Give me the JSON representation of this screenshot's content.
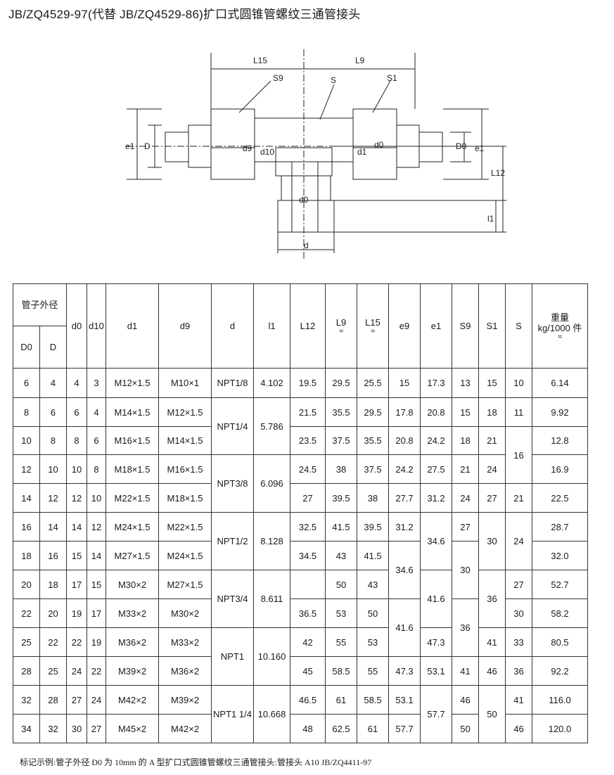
{
  "title": "JB/ZQ4529-97(代替 JB/ZQ4529-86)扩口式圆锥管螺纹三通管接头",
  "drawing_labels": {
    "L15": "L15",
    "L9": "L9",
    "S9": "S9",
    "S": "S",
    "S1": "S1",
    "e1_left": "e1",
    "D": "D",
    "d9": "d9",
    "d10": "d10",
    "d1": "d1",
    "d0_right": "d0",
    "D0": "D0",
    "e1_right": "e1",
    "L12": "L12",
    "d0_center": "d0",
    "l1": "l1",
    "d": "d"
  },
  "table": {
    "header": {
      "pipe_od": "管子外径",
      "D0": "D0",
      "D": "D",
      "d0": "d0",
      "d10": "d10",
      "d1": "d1",
      "d9": "d9",
      "d": "d",
      "l1": "l1",
      "L12": "L12",
      "L9": "L9",
      "L15": "L15",
      "approx": "≈",
      "e9": "e9",
      "e1": "e1",
      "S9": "S9",
      "S1": "S1",
      "S": "S",
      "weight": "重量",
      "weight_unit": "kg/1000 件"
    },
    "rows": [
      {
        "D0": "6",
        "D": "4",
        "d0": "4",
        "d10": "3",
        "d1": "M12×1.5",
        "d9": "M10×1",
        "L12": "19.5",
        "L9": "29.5",
        "L15": "25.5",
        "e9": "15",
        "weight": "6.14"
      },
      {
        "D0": "8",
        "D": "6",
        "d0": "6",
        "d10": "4",
        "d1": "M14×1.5",
        "d9": "M12×1.5",
        "L12": "21.5",
        "L9": "35.5",
        "L15": "29.5",
        "e9": "17.8",
        "weight": "9.92"
      },
      {
        "D0": "10",
        "D": "8",
        "d0": "8",
        "d10": "6",
        "d1": "M16×1.5",
        "d9": "M14×1.5",
        "L12": "23.5",
        "L9": "37.5",
        "L15": "35.5",
        "e9": "20.8",
        "weight": "12.8"
      },
      {
        "D0": "12",
        "D": "10",
        "d0": "10",
        "d10": "8",
        "d1": "M18×1.5",
        "d9": "M16×1.5",
        "L12": "24.5",
        "L9": "38",
        "L15": "37.5",
        "e9": "24.2",
        "weight": "16.9"
      },
      {
        "D0": "14",
        "D": "12",
        "d0": "12",
        "d10": "10",
        "d1": "M22×1.5",
        "d9": "M18×1.5",
        "L12": "27",
        "L9": "39.5",
        "L15": "38",
        "e9": "27.7",
        "weight": "22.5"
      },
      {
        "D0": "16",
        "D": "14",
        "d0": "14",
        "d10": "12",
        "d1": "M24×1.5",
        "d9": "M22×1.5",
        "L12": "32.5",
        "L9": "41.5",
        "L15": "39.5",
        "e9": "31.2",
        "weight": "28.7"
      },
      {
        "D0": "18",
        "D": "16",
        "d0": "15",
        "d10": "14",
        "d1": "M27×1.5",
        "d9": "M24×1.5",
        "L12": "34.5",
        "L9": "43",
        "L15": "41.5",
        "weight": "32.0"
      },
      {
        "D0": "20",
        "D": "18",
        "d0": "17",
        "d10": "15",
        "d1": "M30×2",
        "d9": "M27×1.5",
        "L12": "",
        "L9": "50",
        "L15": "43",
        "weight": "52.7"
      },
      {
        "D0": "22",
        "D": "20",
        "d0": "19",
        "d10": "17",
        "d1": "M33×2",
        "d9": "M30×2",
        "L12": "36.5",
        "L9": "53",
        "L15": "50",
        "weight": "58.2"
      },
      {
        "D0": "25",
        "D": "22",
        "d0": "22",
        "d10": "19",
        "d1": "M36×2",
        "d9": "M33×2",
        "L12": "42",
        "L9": "55",
        "L15": "53",
        "weight": "80.5"
      },
      {
        "D0": "28",
        "D": "25",
        "d0": "24",
        "d10": "22",
        "d1": "M39×2",
        "d9": "M36×2",
        "L12": "45",
        "L9": "58.5",
        "L15": "55",
        "e9": "47.3",
        "weight": "92.2"
      },
      {
        "D0": "32",
        "D": "28",
        "d0": "27",
        "d10": "24",
        "d1": "M42×2",
        "d9": "M39×2",
        "L12": "46.5",
        "L9": "61",
        "L15": "58.5",
        "e9": "53.1",
        "weight": "116.0"
      },
      {
        "D0": "34",
        "D": "32",
        "d0": "30",
        "d10": "27",
        "d1": "M45×2",
        "d9": "M42×2",
        "L12": "48",
        "L9": "62.5",
        "L15": "61",
        "e9": "57.7",
        "weight": "120.0"
      }
    ],
    "d_groups": [
      "NPT1/8",
      "NPT1/4",
      "NPT3/8",
      "NPT1/2",
      "NPT3/4",
      "NPT1",
      "NPT1 1/4"
    ],
    "l1_groups": [
      "4.102",
      "5.786",
      "6.096",
      "8.128",
      "8.611",
      "10.160",
      "10.668"
    ],
    "e9_merged_34_6": "34.6",
    "e9_merged_41_6": "41.6",
    "e1": [
      "17.3",
      "20.8",
      "24.2",
      "27.5",
      "31.2",
      "34.6",
      "41.6",
      "47.3",
      "53.1",
      "57.7"
    ],
    "S9": [
      "13",
      "15",
      "18",
      "21",
      "24",
      "27",
      "30",
      "36",
      "41",
      "46",
      "50"
    ],
    "S1": [
      "15",
      "18",
      "21",
      "24",
      "27",
      "30",
      "36",
      "41",
      "46",
      "50"
    ],
    "S": [
      "10",
      "11",
      "16",
      "21",
      "24",
      "27",
      "30",
      "33",
      "36",
      "41",
      "46"
    ]
  },
  "footnote": "标记示例:管子外径 D0 为 10mm 的 A 型扩口式圆锥管螺纹三通管接头:管接头 A10 JB/ZQ4411-97"
}
